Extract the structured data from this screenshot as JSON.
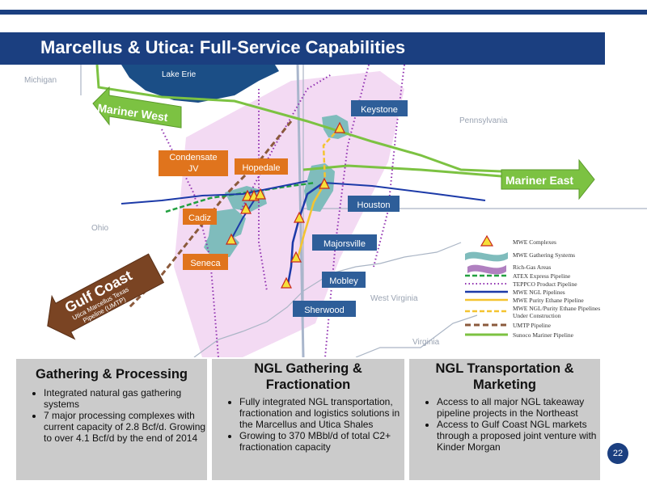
{
  "header": {
    "title": "Marcellus & Utica: Full-Service Capabilities"
  },
  "map": {
    "regions": {
      "michigan": "Michigan",
      "lake_erie": "Lake Erie",
      "pennsylvania": "Pennsylvania",
      "ohio": "Ohio",
      "west_virginia": "West Virginia",
      "virginia": "Virginia"
    },
    "arrows": {
      "mariner_west": "Mariner West",
      "mariner_east": "Mariner East",
      "gulf_coast": "Gulf Coast",
      "gulf_coast_sub_1": "Utica Marcellus Texas",
      "gulf_coast_sub_2": "Pipeline (UMTP)"
    },
    "callouts": {
      "condensate_1": "Condensate",
      "condensate_2": "JV",
      "hopedale": "Hopedale",
      "cadiz": "Cadiz",
      "seneca": "Seneca",
      "keystone": "Keystone",
      "houston": "Houston",
      "majorsville": "Majorsville",
      "mobley": "Mobley",
      "sherwood": "Sherwood"
    },
    "legend": [
      "MWE Complexes",
      "MWE Gathering Systems",
      "Rich-Gas Areas",
      "ATEX Express Pipeline",
      "TEPPCO Product Pipeline",
      "MWE NGL Pipelines",
      "MWE Purity Ethane Pipeline",
      "MWE NGL/Purity Ethane Pipelines",
      "Under Construction",
      "UMTP Pipeline",
      "Sunoco Mariner Pipeline"
    ],
    "colors": {
      "header": "#1b3f80",
      "callout_blue": "#2e5e99",
      "callout_orange": "#e0741d",
      "mariner_green": "#7cc242",
      "gulf_brown": "#7a4423",
      "atex_green": "#22a040",
      "teppco_purple": "#9030b0",
      "ngl_blue": "#1c3aa8",
      "ethane_yellow": "#f4c430",
      "umtp_brown": "#8b5a3c",
      "rich_gas": "#eac5ea",
      "gathering": "#7fbcbc"
    }
  },
  "panels": [
    {
      "title": "Gathering & Processing",
      "items": [
        "Integrated natural gas gathering systems",
        "7 major processing complexes with current capacity of 2.8 Bcf/d. Growing to over 4.1 Bcf/d by the end of 2014"
      ]
    },
    {
      "title": "NGL Gathering & Fractionation",
      "items": [
        "Fully integrated NGL transportation, fractionation and logistics solutions in the Marcellus and Utica Shales",
        "Growing to 370 MBbl/d of total C2+ fractionation capacity"
      ]
    },
    {
      "title": "NGL Transportation & Marketing",
      "items": [
        "Access to all major NGL takeaway pipeline projects in the Northeast",
        "Access to Gulf Coast NGL markets through a proposed joint venture with Kinder Morgan"
      ]
    }
  ],
  "page_number": "22"
}
